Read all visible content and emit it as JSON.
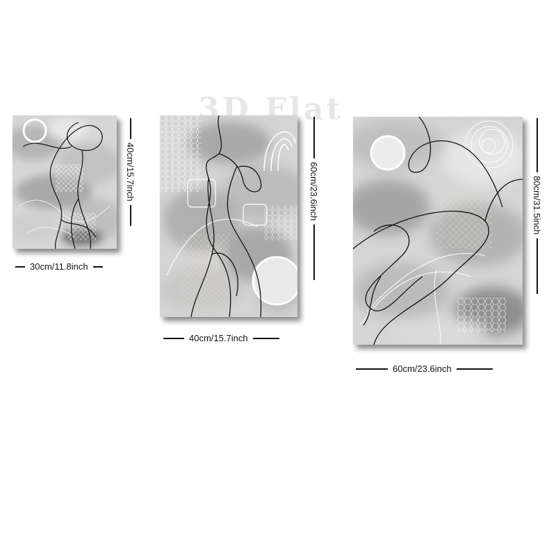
{
  "watermark": "3D Flat",
  "panels": [
    {
      "id": "small",
      "width_label": "30cm/11.8inch",
      "height_label": "40cm/15.7inch"
    },
    {
      "id": "medium",
      "width_label": "40cm/15.7inch",
      "height_label": "60cm/23.6inch"
    },
    {
      "id": "large",
      "width_label": "60cm/23.6inch",
      "height_label": "80cm/31.5inch"
    }
  ],
  "colors": {
    "background": "#ffffff",
    "line": "#111111",
    "wash": "#bdbdbd"
  }
}
